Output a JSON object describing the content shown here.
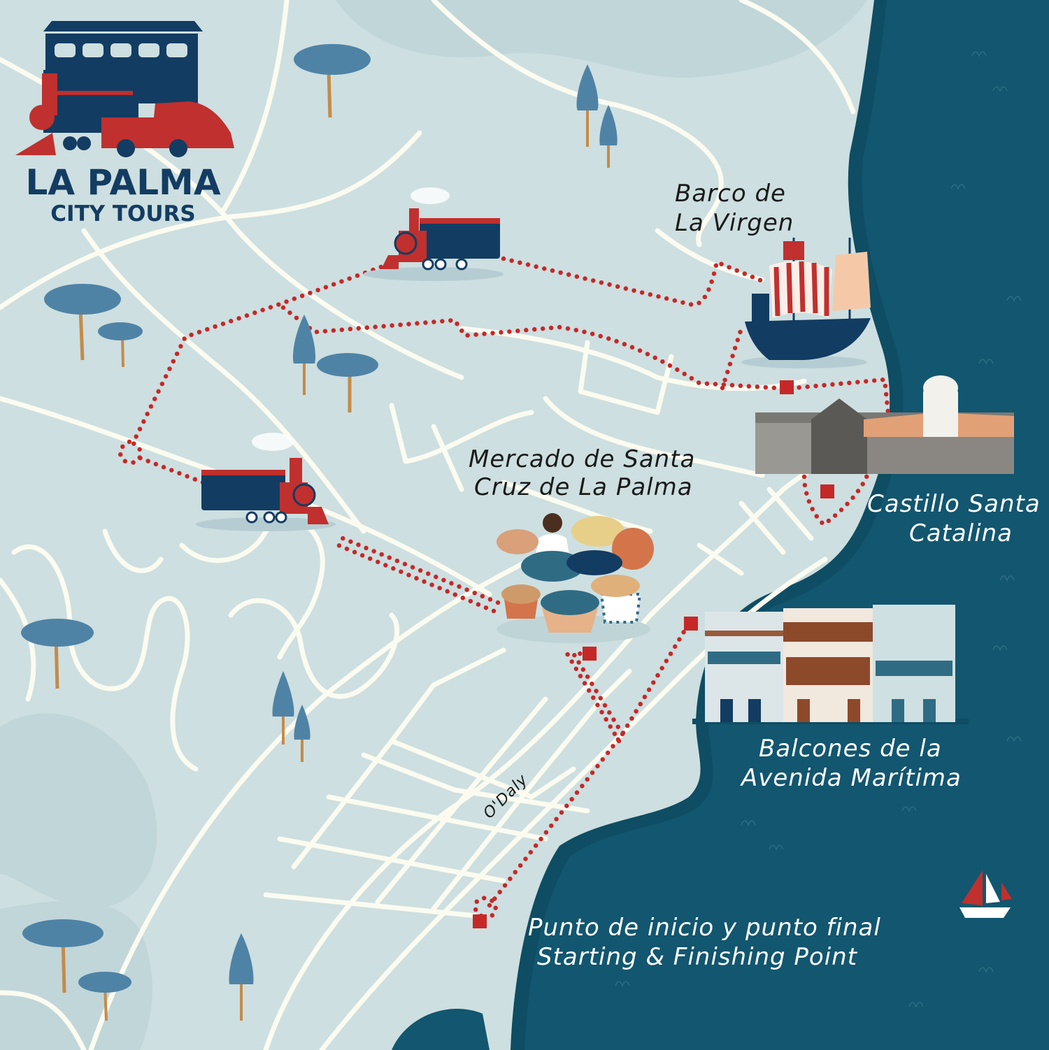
{
  "logo": {
    "title": "LA PALMA",
    "subtitle": "CITY TOURS"
  },
  "labels": {
    "barco": [
      "Barco de",
      "La Virgen"
    ],
    "mercado": [
      "Mercado de Santa",
      "Cruz de La Palma"
    ],
    "castillo": [
      "Castillo Santa",
      "Catalina"
    ],
    "balcones": [
      "Balcones de la",
      "Avenida Marítima"
    ],
    "start": [
      "Punto de inicio y punto final",
      "Starting & Finishing Point"
    ],
    "street": "O'Daly"
  },
  "colors": {
    "land": "#cddfe0",
    "sea": "#12566f",
    "route": "#c62828",
    "navy": "#133c62",
    "red": "#c0302e"
  }
}
